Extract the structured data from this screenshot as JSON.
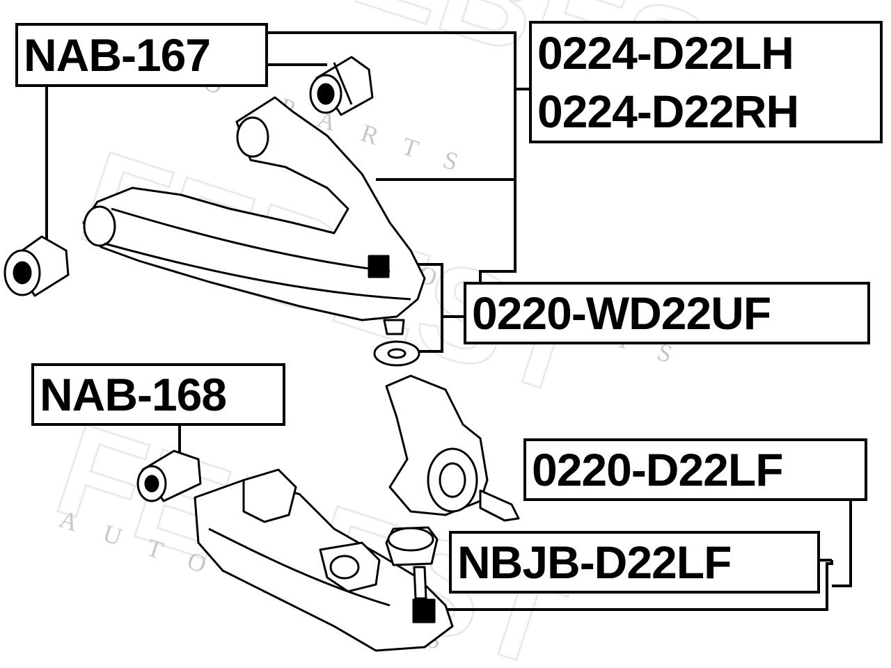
{
  "watermark": {
    "brand": "FEBEST",
    "sub": "AUTO PARTS",
    "color": "#d9d9d9"
  },
  "labels": {
    "nab167": "NAB-167",
    "d22lh": "0224-D22LH",
    "d22rh": "0224-D22RH",
    "wd22uf": "0220-WD22UF",
    "nab168": "NAB-168",
    "d22lf": "0220-D22LF",
    "nbjb": "NBJB-D22LF"
  },
  "colors": {
    "line": "#000000",
    "background": "#ffffff"
  }
}
